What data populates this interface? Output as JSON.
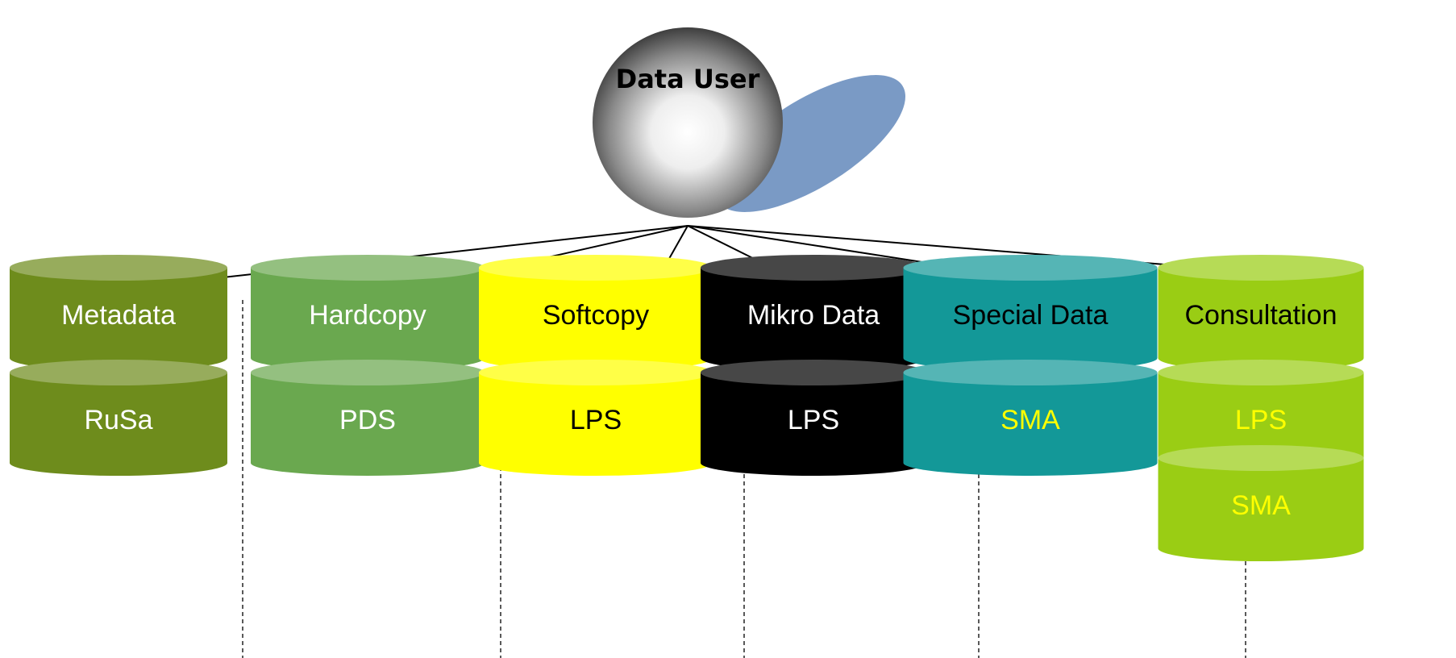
{
  "root": {
    "label": "Data User"
  },
  "categories": [
    {
      "label": "Metadata",
      "color": "#6e8c1c",
      "text_color": "#ffffff",
      "items": [
        {
          "label": "RuSa",
          "text_color": "#ffffff"
        }
      ]
    },
    {
      "label": "Hardcopy",
      "color": "#6aa84f",
      "text_color": "#ffffff",
      "items": [
        {
          "label": "PDS",
          "text_color": "#ffffff"
        }
      ]
    },
    {
      "label": "Softcopy",
      "color": "#ffff00",
      "text_color": "#000000",
      "items": [
        {
          "label": "LPS",
          "text_color": "#000000"
        }
      ]
    },
    {
      "label": "Mikro Data",
      "color": "#000000",
      "text_color": "#ffffff",
      "items": [
        {
          "label": "LPS",
          "text_color": "#ffffff"
        }
      ]
    },
    {
      "label": "Special Data",
      "color": "#139898",
      "text_color": "#000000",
      "items": [
        {
          "label": "SMA",
          "text_color": "#ffff00"
        }
      ]
    },
    {
      "label": "Consultation",
      "color": "#9acd14",
      "text_color": "#000000",
      "items": [
        {
          "label": "LPS",
          "text_color": "#ffff00"
        },
        {
          "label": "SMA",
          "text_color": "#ffff00"
        }
      ]
    }
  ]
}
